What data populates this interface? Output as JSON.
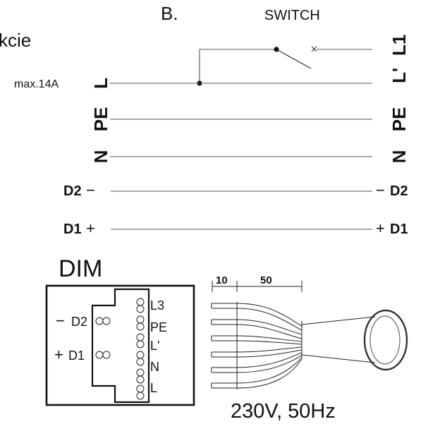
{
  "header": {
    "fragment_b": "B.",
    "fragment_kcie": "kcie"
  },
  "switch_label": "SWITCH",
  "left_terminals": {
    "max_current": "max.14A",
    "L": "L",
    "PE": "PE",
    "N": "N",
    "D2": "D2",
    "D2_sign": "−",
    "D1": "D1",
    "D1_sign": "+"
  },
  "right_terminals": {
    "L1": "L1",
    "L_prime": "L'",
    "PE": "PE",
    "N": "N",
    "D2": "D2",
    "D2_sign": "−",
    "D1": "D1",
    "D1_sign": "+"
  },
  "dim_block": {
    "title": "DIM",
    "d2_label": "D2",
    "d2_sign": "−",
    "d1_label": "D1",
    "d1_sign": "+",
    "pins": [
      "L3",
      "PE",
      "L'",
      "N",
      "L"
    ]
  },
  "cable": {
    "strip_length": "10",
    "sheath_length": "50",
    "supply": "230V, 50Hz"
  }
}
